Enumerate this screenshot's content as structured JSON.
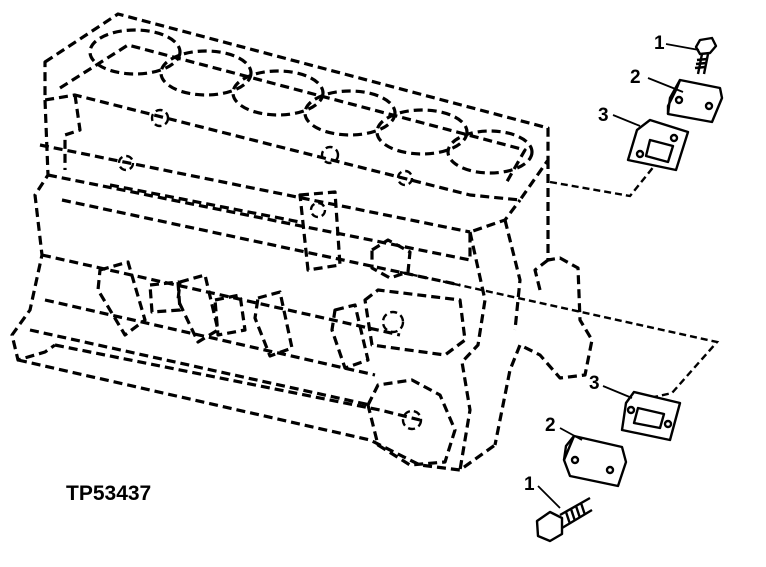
{
  "figure_id": "TP53437",
  "callouts": {
    "upper_cap_screw": "1",
    "upper_cover_plate": "2",
    "upper_gasket": "3",
    "lower_gasket": "3",
    "lower_cover_plate": "2",
    "lower_cap_screw": "1"
  }
}
